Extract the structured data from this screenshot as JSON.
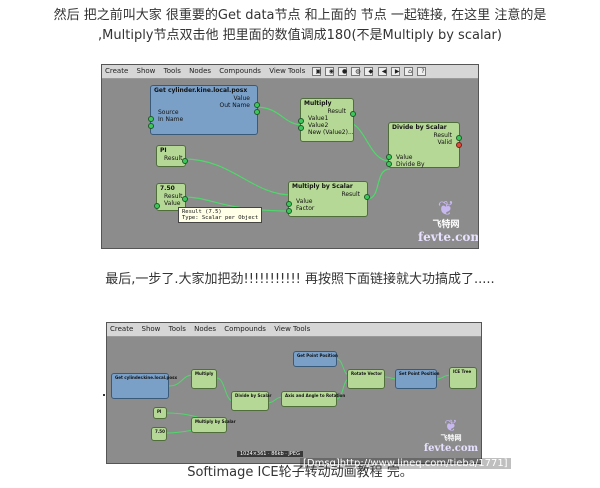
{
  "text": {
    "p1_line1": "然后 把之前叫大家 很重要的Get data节点 和上面的 节点 一起链接, 在这里 注意的是",
    "p1_line2": ",Multiply节点双击他 把里面的数值调成180(不是Multiply by scalar)",
    "p2": "最后,一步了.大家加把劲!!!!!!!!!!! 再按照下面链接就大功搞成了.....",
    "p3": "Softimage ICE轮子转动动画教程 完。"
  },
  "shot1": {
    "menu": [
      "Create",
      "Show",
      "Tools",
      "Nodes",
      "Compounds",
      "View Tools"
    ],
    "toolbar_icons": [
      "lock-icon",
      "camera-icon",
      "record-icon",
      "globe-icon",
      "paint-icon",
      "back-icon",
      "forward-icon",
      "home-icon",
      "help-icon"
    ],
    "nodes": {
      "get_data": {
        "title": "Get cylinder.kine.local.posx",
        "out1": "Value",
        "out2": "Out Name",
        "in1": "Source",
        "in2": "In Name"
      },
      "multiply": {
        "title": "Multiply",
        "out1": "Result",
        "in1": "Value1",
        "in2": "Value2",
        "in3": "New (Value2)..."
      },
      "divide": {
        "title": "Divide by Scalar",
        "out1": "Result",
        "out2": "Valid",
        "in1": "Value",
        "in2": "Divide By"
      },
      "pi": {
        "title": "PI",
        "out1": "Result"
      },
      "scalar": {
        "title": "7.50",
        "out1": "Result",
        "in1": "Value"
      },
      "multiply_scalar": {
        "title": "Multiply by Scalar",
        "out1": "Result",
        "in1": "Value",
        "in2": "Factor"
      }
    },
    "tooltip": "Result (7.5)\nType: Scalar per Object"
  },
  "shot2": {
    "menu": [
      "Create",
      "Show",
      "Tools",
      "Nodes",
      "Compounds",
      "View Tools"
    ],
    "nodes": [
      {
        "label": "Get cylinder.kine.local.posx"
      },
      {
        "label": "Multiply"
      },
      {
        "label": "Divide by Scalar"
      },
      {
        "label": "PI"
      },
      {
        "label": "7.50"
      },
      {
        "label": "Multiply by Scalar"
      },
      {
        "label": "Axis and Angle to Rotation"
      },
      {
        "label": "Get Point Position"
      },
      {
        "label": "Rotate Vector"
      },
      {
        "label": "Set Point Position"
      },
      {
        "label": "ICE Tree"
      }
    ],
    "status": "1024×361 · 86kb · JPEG"
  },
  "watermark": {
    "cn": "飞特网",
    "en": "fevte.com"
  },
  "overlay_url": "[Dmsg]http://www.lineq.com/tieba/1771]",
  "colors": {
    "wire": "#4fd86a",
    "node_blue": "#7aa0c8",
    "node_green": "#b6d896",
    "canvas": "#8c8c8c"
  }
}
